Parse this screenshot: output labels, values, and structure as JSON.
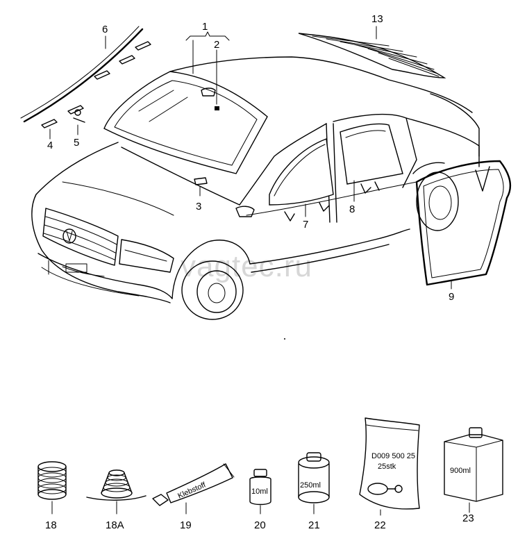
{
  "watermark": "vagtec.ru",
  "callouts": {
    "c1": "1",
    "c2": "2",
    "c3": "3",
    "c4": "4",
    "c5": "5",
    "c6": "6",
    "c7": "7",
    "c8": "8",
    "c9": "9",
    "c13": "13",
    "c18": "18",
    "c18a": "18A",
    "c19": "19",
    "c20": "20",
    "c21": "21",
    "c22": "22",
    "c23": "23"
  },
  "product_labels": {
    "tube_text": "Klebstoff",
    "bottle_small": "10ml",
    "can": "250ml",
    "bag_part_number": "D009 500 25",
    "bag_quantity": "25stk",
    "canister": "900ml"
  }
}
